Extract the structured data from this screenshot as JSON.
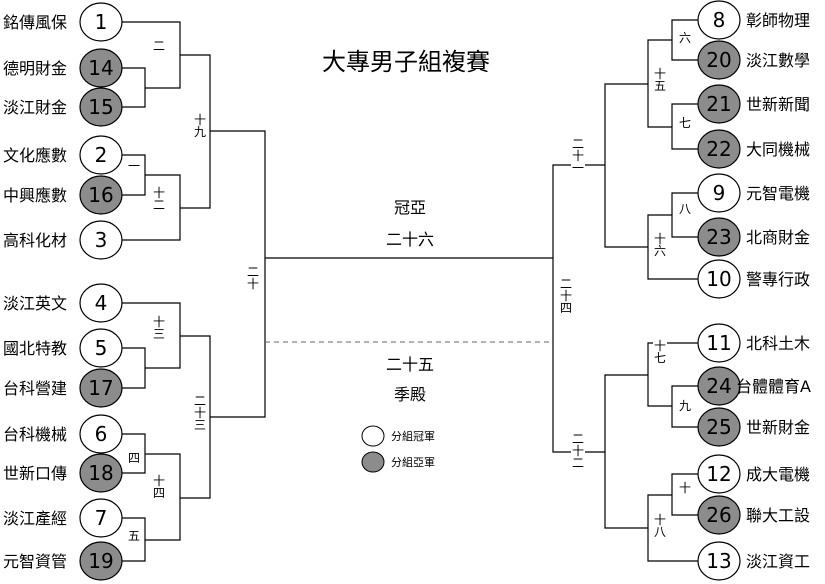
{
  "title": "大專男子組複賽",
  "colors": {
    "winner_fill": "#ffffff",
    "runnerup_fill": "#8c8c8c",
    "line": "#000000"
  },
  "teams": [
    {
      "seed": "1",
      "name": "銘傳風保",
      "kind": "winner"
    },
    {
      "seed": "14",
      "name": "德明財金",
      "kind": "runnerup"
    },
    {
      "seed": "15",
      "name": "淡江財金",
      "kind": "runnerup"
    },
    {
      "seed": "2",
      "name": "文化應數",
      "kind": "winner"
    },
    {
      "seed": "16",
      "name": "中興應數",
      "kind": "runnerup"
    },
    {
      "seed": "3",
      "name": "高科化材",
      "kind": "winner"
    },
    {
      "seed": "4",
      "name": "淡江英文",
      "kind": "winner"
    },
    {
      "seed": "5",
      "name": "國北特教",
      "kind": "winner"
    },
    {
      "seed": "17",
      "name": "台科營建",
      "kind": "runnerup"
    },
    {
      "seed": "6",
      "name": "台科機械",
      "kind": "winner"
    },
    {
      "seed": "18",
      "name": "世新口傳",
      "kind": "runnerup"
    },
    {
      "seed": "7",
      "name": "淡江產經",
      "kind": "winner"
    },
    {
      "seed": "19",
      "name": "元智資管",
      "kind": "runnerup"
    },
    {
      "seed": "8",
      "name": "彰師物理",
      "kind": "winner"
    },
    {
      "seed": "20",
      "name": "淡江數學",
      "kind": "runnerup"
    },
    {
      "seed": "21",
      "name": "世新新聞",
      "kind": "runnerup"
    },
    {
      "seed": "22",
      "name": "大同機械",
      "kind": "runnerup"
    },
    {
      "seed": "9",
      "name": "元智電機",
      "kind": "winner"
    },
    {
      "seed": "23",
      "name": "北商財金",
      "kind": "runnerup"
    },
    {
      "seed": "10",
      "name": "警專行政",
      "kind": "winner"
    },
    {
      "seed": "11",
      "name": "北科土木",
      "kind": "winner"
    },
    {
      "seed": "24",
      "name": "台體體育A",
      "kind": "runnerup"
    },
    {
      "seed": "25",
      "name": "世新財金",
      "kind": "runnerup"
    },
    {
      "seed": "12",
      "name": "成大電機",
      "kind": "winner"
    },
    {
      "seed": "26",
      "name": "聯大工設",
      "kind": "runnerup"
    },
    {
      "seed": "13",
      "name": "淡江資工",
      "kind": "winner"
    }
  ],
  "match_labels": [
    "一",
    "二",
    "三",
    "四",
    "五",
    "六",
    "七",
    "八",
    "九",
    "十",
    "十一",
    "十二",
    "十三",
    "十四",
    "十五",
    "十六",
    "十七",
    "十八",
    "十九",
    "二十",
    "二十一",
    "二十二",
    "二十三",
    "二十四"
  ],
  "final": {
    "name": "冠亞",
    "number": "二十六"
  },
  "third_place": {
    "number": "二十五",
    "name": "季殿"
  },
  "legend": [
    {
      "label": "分組冠軍",
      "kind": "winner"
    },
    {
      "label": "分組亞軍",
      "kind": "runnerup"
    }
  ]
}
